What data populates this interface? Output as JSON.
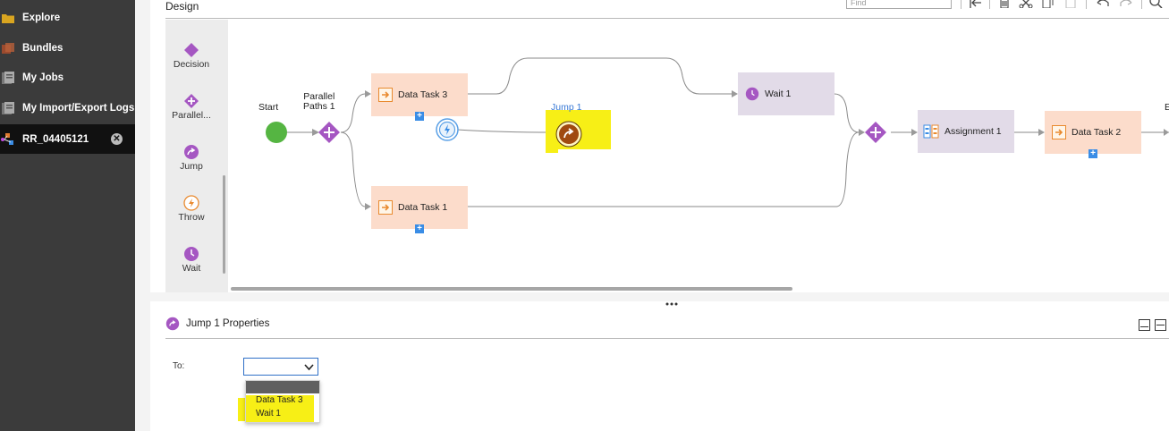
{
  "sidebar": {
    "items": [
      {
        "label": "Explore",
        "icon": "folder-icon"
      },
      {
        "label": "Bundles",
        "icon": "bundle-icon"
      },
      {
        "label": "My Jobs",
        "icon": "jobs-icon"
      },
      {
        "label": "My Import/Export Logs",
        "icon": "logs-icon"
      },
      {
        "label": "RR_04405121",
        "icon": "taskflow-icon",
        "active": true
      }
    ]
  },
  "design": {
    "title": "Design",
    "find_placeholder": "Find"
  },
  "palette": {
    "items": [
      "Decision",
      "Parallel...",
      "Jump",
      "Throw",
      "Wait"
    ]
  },
  "canvas": {
    "start_label": "Start",
    "parallel_label_line1": "Parallel",
    "parallel_label_line2": "Paths 1",
    "data_task_3": "Data Task 3",
    "data_task_1": "Data Task 1",
    "jump_label": "Jump 1",
    "wait_1": "Wait 1",
    "assignment_1": "Assignment 1",
    "data_task_2": "Data Task 2",
    "edge_text": "E"
  },
  "properties": {
    "title": "Jump 1 Properties",
    "to_label": "To:",
    "to_value": "",
    "options": [
      "Data Task 3",
      "Wait 1"
    ]
  },
  "colors": {
    "sidebar_bg": "#3b3b3b",
    "data_task_bg": "#fcdccb",
    "wait_bg": "#e2dbe8",
    "node_purple": "#a557c2",
    "start_green": "#55b542",
    "highlight": "#f7ef16",
    "jump_brown": "#a04a10"
  }
}
